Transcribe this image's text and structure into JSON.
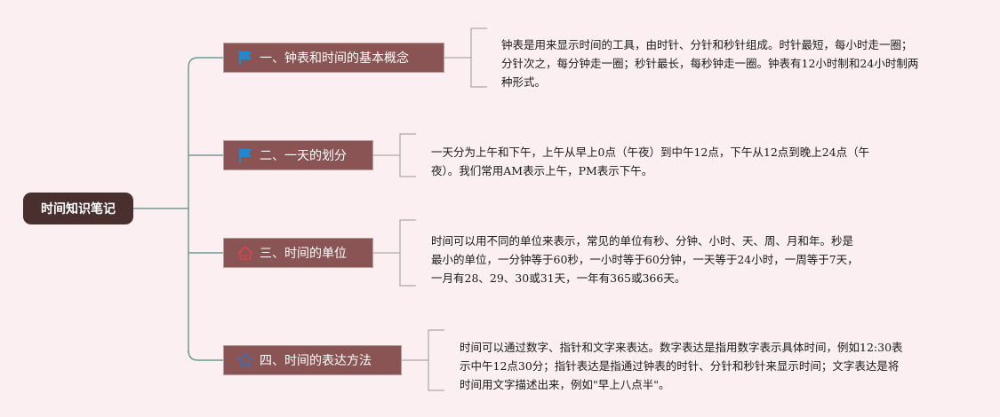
{
  "root": {
    "title": "时间知识笔记"
  },
  "topics": [
    {
      "label": "一、钟表和时间的基本概念",
      "icon": "flag-icon",
      "note": "钟表是用来显示时间的工具，由时针、分针和秒针组成。时针最短，每小时走一圈；分针次之，每分钟走一圈；秒针最长，每秒钟走一圈。钟表有12小时制和24小时制两种形式。"
    },
    {
      "label": "二、一天的划分",
      "icon": "flag-icon",
      "note": "一天分为上午和下午，上午从早上0点（午夜）到中午12点，下午从12点到晚上24点（午夜）。我们常用AM表示上午，PM表示下午。"
    },
    {
      "label": "三、时间的单位",
      "icon": "home-icon",
      "note": "时间可以用不同的单位来表示，常见的单位有秒、分钟、小时、天、周、月和年。秒是最小的单位，一分钟等于60秒，一小时等于60分钟，一天等于24小时，一周等于7天，一月有28、29、30或31天，一年有365或366天。"
    },
    {
      "label": "四、时间的表达方法",
      "icon": "star-icon",
      "note": "时间可以通过数字、指针和文字来表达。数字表达是指用数字表示具体时间，例如12:30表示中午12点30分；指针表达是指通过钟表的时针、分针和秒针来显示时间；文字表达是将时间用文字描述出来，例如\"早上八点半\"。"
    }
  ],
  "colors": {
    "background": "#fbeff2",
    "root_fill": "#4a2f2f",
    "topic_fill": "#8a5454",
    "connector": "#6f9a92",
    "bracket": "#9a9a9a",
    "flag_icon": "#1e88d0",
    "home_icon": "#d24848",
    "star_icon": "#3a6fb8"
  }
}
